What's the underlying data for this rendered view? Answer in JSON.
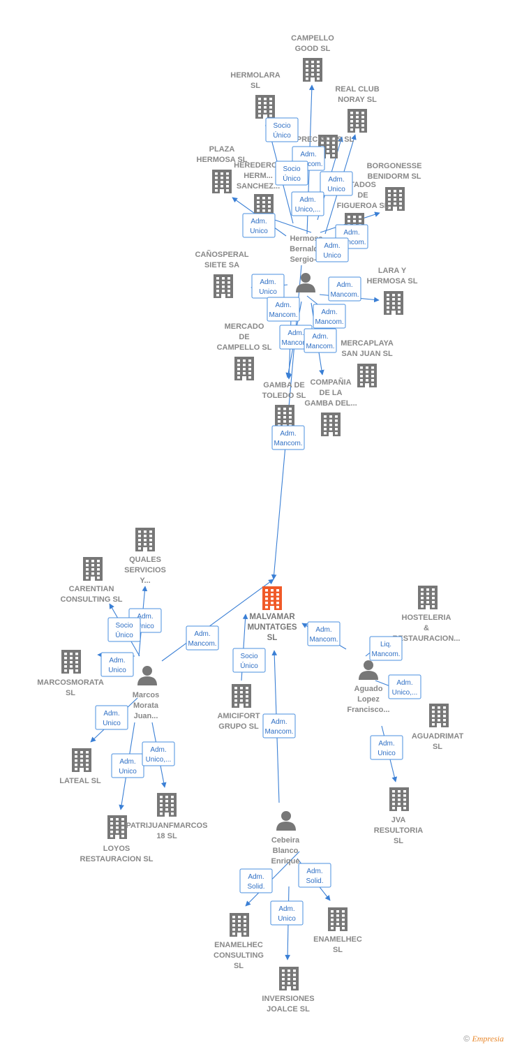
{
  "colors": {
    "edge": "#3a7fd5",
    "company": "#777777",
    "focus": "#f05a28",
    "person": "#777777"
  },
  "nodes": [
    {
      "id": "campello",
      "kind": "company",
      "lines": [
        "CAMPELLO",
        "GOOD  SL"
      ]
    },
    {
      "id": "hermolara",
      "kind": "company",
      "lines": [
        "HERMOLARA",
        "SL"
      ]
    },
    {
      "id": "realclub",
      "kind": "company",
      "lines": [
        "REAL CLUB",
        "NORAY  SL"
      ]
    },
    {
      "id": "preciados",
      "kind": "company",
      "lines": [
        "PRECIADOS  SL"
      ]
    },
    {
      "id": "plaza",
      "kind": "company",
      "lines": [
        "PLAZA",
        "HERMOSA SL"
      ]
    },
    {
      "id": "herederos",
      "kind": "company",
      "lines": [
        "HEREDEROS",
        "HERM...",
        "SANCHEZ..."
      ]
    },
    {
      "id": "borgonesse",
      "kind": "company",
      "lines": [
        "BORGONESSE",
        "BENIDORM  SL"
      ]
    },
    {
      "id": "tados",
      "kind": "company",
      "lines": [
        "TADOS",
        "DE",
        "FIGUEROA SL"
      ]
    },
    {
      "id": "canosperal",
      "kind": "company",
      "lines": [
        "CAÑOSPERAL",
        "SIETE SA"
      ]
    },
    {
      "id": "laray",
      "kind": "company",
      "lines": [
        "LARA Y",
        "HERMOSA SL"
      ]
    },
    {
      "id": "mercado",
      "kind": "company",
      "lines": [
        "MERCADO",
        "DE",
        "CAMPELLO  SL"
      ]
    },
    {
      "id": "mercaplaya",
      "kind": "company",
      "lines": [
        "MERCAPLAYA",
        "SAN JUAN  SL"
      ]
    },
    {
      "id": "gamba",
      "kind": "company",
      "lines": [
        "GAMBA DE",
        "TOLEDO SL"
      ]
    },
    {
      "id": "compania",
      "kind": "company",
      "lines": [
        "COMPAÑIA",
        "DE LA",
        "GAMBA DEL..."
      ]
    },
    {
      "id": "hermosa_p",
      "kind": "person",
      "lines": [
        "Hermosa",
        "Bernaldo",
        "Sergio-..."
      ]
    },
    {
      "id": "malvamar",
      "kind": "focus",
      "lines": [
        "MALVAMAR",
        "MUNTATGES",
        "SL"
      ]
    },
    {
      "id": "quales",
      "kind": "company",
      "lines": [
        "QUALES",
        "SERVICIOS",
        "Y..."
      ]
    },
    {
      "id": "carentian",
      "kind": "company",
      "lines": [
        "CARENTIAN",
        "CONSULTING SL"
      ]
    },
    {
      "id": "marcosmorata",
      "kind": "company",
      "lines": [
        "MARCOSMORATA",
        "SL"
      ]
    },
    {
      "id": "marcos_p",
      "kind": "person",
      "lines": [
        "Marcos",
        "Morata",
        "Juan..."
      ]
    },
    {
      "id": "lateal",
      "kind": "company",
      "lines": [
        "LATEAL SL"
      ]
    },
    {
      "id": "loyos",
      "kind": "company",
      "lines": [
        "LOYOS",
        "RESTAURACION SL"
      ]
    },
    {
      "id": "patrijuan",
      "kind": "company",
      "lines": [
        "PATRIJUANFMARCOS",
        "18  SL"
      ]
    },
    {
      "id": "amicifort",
      "kind": "company",
      "lines": [
        "AMICIFORT",
        "GRUPO  SL"
      ]
    },
    {
      "id": "hosteleria",
      "kind": "company",
      "lines": [
        "HOSTELERIA",
        "&",
        "RESTAURACION..."
      ]
    },
    {
      "id": "aguado_p",
      "kind": "person",
      "lines": [
        "Aguado",
        "Lopez",
        "Francisco..."
      ]
    },
    {
      "id": "aguadrimat",
      "kind": "company",
      "lines": [
        "AGUADRIMAT",
        "SL"
      ]
    },
    {
      "id": "jva",
      "kind": "company",
      "lines": [
        "JVA",
        "RESULTORIA",
        "SL"
      ]
    },
    {
      "id": "cebeira_p",
      "kind": "person",
      "lines": [
        "Cebeira",
        "Blanco",
        "Enrique"
      ]
    },
    {
      "id": "enamelhec_c",
      "kind": "company",
      "lines": [
        "ENAMELHEC",
        "CONSULTING",
        "SL"
      ]
    },
    {
      "id": "enamelhec",
      "kind": "company",
      "lines": [
        "ENAMELHEC",
        "SL"
      ]
    },
    {
      "id": "inversiones",
      "kind": "company",
      "lines": [
        "INVERSIONES",
        "JOALCE  SL"
      ]
    }
  ],
  "edges": [
    {
      "from": "hermosa_p",
      "to": "campello",
      "label": [
        "Adm.",
        "Mancom."
      ]
    },
    {
      "from": "hermosa_p",
      "to": "hermolara",
      "label": [
        "Socio",
        "Único"
      ]
    },
    {
      "from": "hermosa_p",
      "to": "realclub",
      "label": [
        "Adm.",
        "Unico"
      ]
    },
    {
      "from": "hermosa_p",
      "to": "preciados",
      "label": [
        "Socio",
        "Único"
      ]
    },
    {
      "from": "hermosa_p",
      "to": "herederos",
      "label": [
        "Adm.",
        "Unico,..."
      ]
    },
    {
      "from": "hermosa_p",
      "to": "plaza",
      "label": [
        "Adm.",
        "Unico"
      ]
    },
    {
      "from": "hermosa_p",
      "to": "borgonesse",
      "label": [
        "Adm.",
        "Mancom."
      ]
    },
    {
      "from": "hermosa_p",
      "to": "tados",
      "label": [
        "Adm.",
        "Unico"
      ]
    },
    {
      "from": "hermosa_p",
      "to": "canosperal",
      "label": [
        "Adm.",
        "Unico"
      ]
    },
    {
      "from": "hermosa_p",
      "to": "laray",
      "label": [
        "Adm.",
        "Mancom."
      ]
    },
    {
      "from": "hermosa_p",
      "to": "mercado",
      "label": [
        "Adm.",
        "Mancom."
      ]
    },
    {
      "from": "hermosa_p",
      "to": "mercaplaya",
      "label": [
        "Adm.",
        "Mancom."
      ]
    },
    {
      "from": "hermosa_p",
      "to": "gamba",
      "label": [
        "Adm.",
        "Mancom."
      ]
    },
    {
      "from": "hermosa_p",
      "to": "compania",
      "label": [
        "Adm.",
        "Mancom."
      ]
    },
    {
      "from": "hermosa_p",
      "to": "malvamar",
      "label": [
        "Adm.",
        "Mancom."
      ]
    },
    {
      "from": "marcos_p",
      "to": "quales",
      "label": [
        "Adm.",
        "Unico"
      ]
    },
    {
      "from": "marcos_p",
      "to": "carentian",
      "label": [
        "Socio",
        "Único"
      ]
    },
    {
      "from": "marcos_p",
      "to": "marcosmorata",
      "label": [
        "Adm.",
        "Unico"
      ]
    },
    {
      "from": "marcos_p",
      "to": "malvamar",
      "label": [
        "Adm.",
        "Mancom."
      ]
    },
    {
      "from": "marcos_p",
      "to": "lateal",
      "label": [
        "Adm.",
        "Unico"
      ]
    },
    {
      "from": "marcos_p",
      "to": "loyos",
      "label": [
        "Adm.",
        "Unico"
      ]
    },
    {
      "from": "marcos_p",
      "to": "patrijuan",
      "label": [
        "Adm.",
        "Unico,..."
      ]
    },
    {
      "from": "amicifort",
      "to": "malvamar",
      "label": [
        "Socio",
        "Único"
      ]
    },
    {
      "from": "aguado_p",
      "to": "malvamar",
      "label": [
        "Adm.",
        "Mancom."
      ]
    },
    {
      "from": "aguado_p",
      "to": "hosteleria",
      "label": [
        "Liq.",
        "Mancom."
      ]
    },
    {
      "from": "aguado_p",
      "to": "aguadrimat",
      "label": [
        "Adm.",
        "Unico,..."
      ]
    },
    {
      "from": "aguado_p",
      "to": "jva",
      "label": [
        "Adm.",
        "Unico"
      ]
    },
    {
      "from": "cebeira_p",
      "to": "malvamar",
      "label": [
        "Adm.",
        "Mancom."
      ]
    },
    {
      "from": "cebeira_p",
      "to": "enamelhec_c",
      "label": [
        "Adm.",
        "Solid."
      ]
    },
    {
      "from": "cebeira_p",
      "to": "enamelhec",
      "label": [
        "Adm.",
        "Solid."
      ]
    },
    {
      "from": "cebeira_p",
      "to": "inversiones",
      "label": [
        "Adm.",
        "Unico"
      ]
    }
  ],
  "footer": {
    "copyright": "©",
    "brand": "Empresia"
  }
}
